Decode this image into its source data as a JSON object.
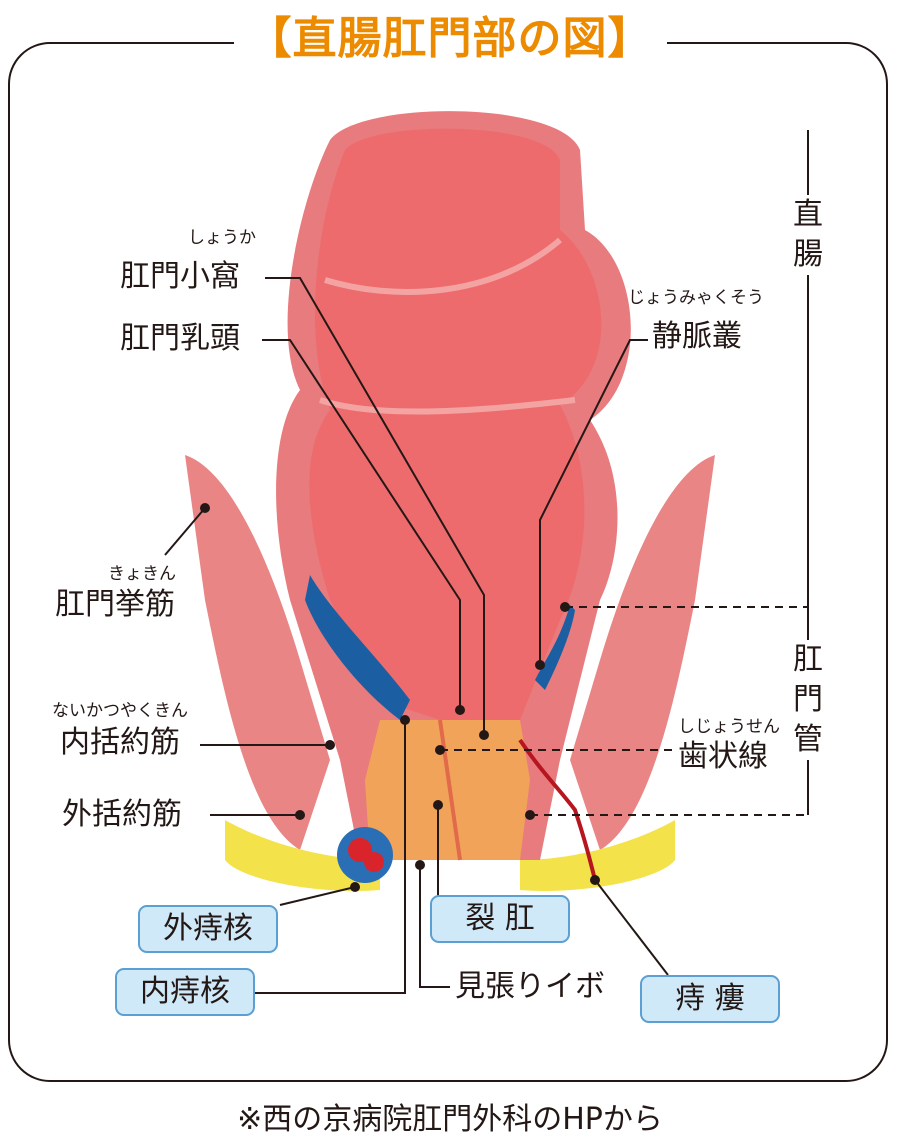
{
  "title": "【直腸肛門部の図】",
  "labels": {
    "anal_crypt": {
      "ruby": "しょうか",
      "text": "肛門小窩"
    },
    "anal_papilla": {
      "text": "肛門乳頭"
    },
    "venous_plexus": {
      "ruby": "じょうみゃくそう",
      "text": "静脈叢"
    },
    "levator_ani": {
      "ruby": "きょきん",
      "text": "肛門挙筋"
    },
    "internal_sphincter": {
      "ruby": "ないかつやくきん",
      "text": "内括約筋"
    },
    "external_sphincter": {
      "text": "外括約筋"
    },
    "dentate_line": {
      "ruby": "しじょうせん",
      "text": "歯状線"
    },
    "sentinel_pile": {
      "text": "見張りイボ"
    }
  },
  "regions": {
    "rectum": [
      "直",
      "腸"
    ],
    "anal_canal": [
      "肛",
      "門",
      "管"
    ]
  },
  "disease_boxes": {
    "external_hemorrhoid": "外痔核",
    "internal_hemorrhoid": "内痔核",
    "anal_fissure": "裂 肛",
    "anal_fistula": "痔 瘻"
  },
  "footer": "※西の京病院肛門外科のHPから",
  "colors": {
    "title": "#ec8a00",
    "box_fill": "#cfe9f9",
    "box_border": "#5b9fd3"
  }
}
